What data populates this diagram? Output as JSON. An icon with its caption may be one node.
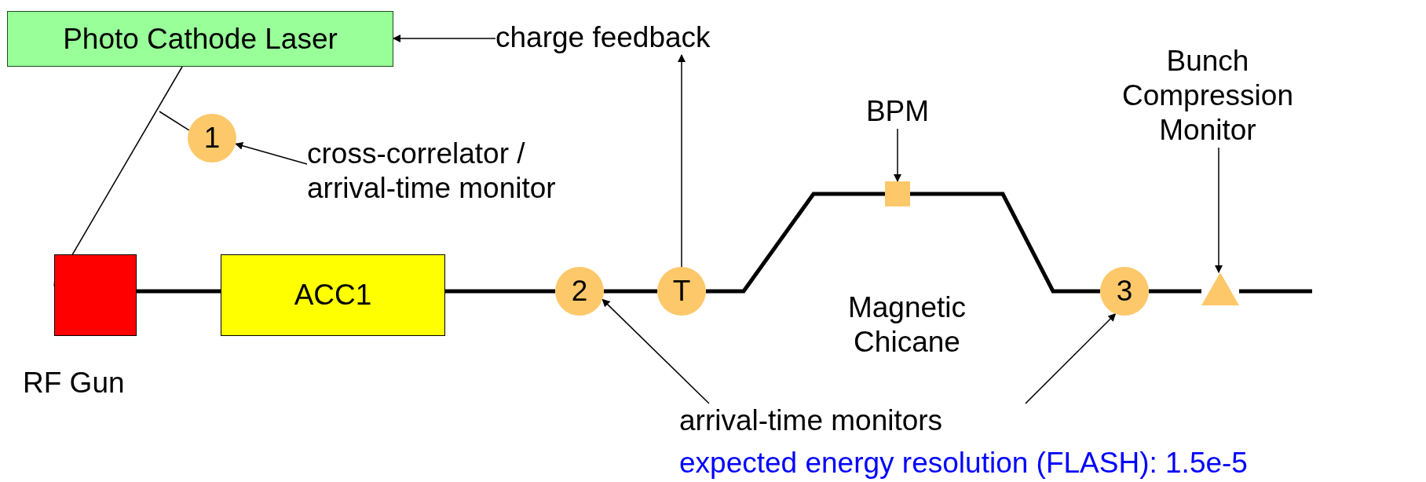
{
  "diagram": {
    "nodes": [
      {
        "text": [
          "Photo Cathode Laser"
        ]
      },
      {
        "text": [
          "charge feedback"
        ]
      },
      {
        "text": [
          "1"
        ]
      },
      {
        "text": [
          "cross-correlator / arrival-time monitor"
        ]
      },
      {
        "text": [
          "BPM"
        ]
      },
      {
        "text": [
          "Bunch Compression Monitor"
        ]
      },
      {
        "text": [],
        "shape": "box",
        "beside": [
          "RF Gun"
        ]
      },
      {
        "text": [
          "ACC1"
        ]
      },
      {
        "text": [
          "2"
        ]
      },
      {
        "text": [
          "T"
        ]
      },
      {
        "text": [],
        "shape": "box"
      },
      {
        "text": [
          "3"
        ]
      },
      {
        "text": [],
        "shape": "triangle"
      },
      {
        "text": [
          "arrival-time monitors"
        ]
      }
    ],
    "edges": [
      {
        "from": 1,
        "to": 0,
        "arrow": "to"
      },
      {
        "from": 9,
        "to": 1,
        "arrow": "to"
      },
      {
        "from": 0,
        "to": 6,
        "arrow": "to"
      },
      {
        "from": 3,
        "to": 2,
        "arrow": "to"
      },
      {
        "from": 2,
        "to": null,
        "arrow": "none"
      },
      {
        "from": 13,
        "to": 8,
        "arrow": "to"
      },
      {
        "from": 13,
        "to": 11,
        "arrow": "to"
      },
      {
        "from": 4,
        "to": 10,
        "arrow": "to"
      },
      {
        "from": 5,
        "to": 12,
        "arrow": "to"
      },
      {
        "from": 6,
        "to": 7,
        "arrow": "none",
        "style": "thick"
      },
      {
        "from": 7,
        "to": 8,
        "arrow": "none",
        "style": "thick"
      },
      {
        "from": 8,
        "to": 9,
        "arrow": "none",
        "style": "thick"
      },
      {
        "from": 9,
        "to": 10,
        "arrow": "none",
        "style": "thick"
      },
      {
        "from": 10,
        "to": 11,
        "arrow": "none",
        "style": "thick"
      },
      {
        "from": 11,
        "to": 12,
        "arrow": "none",
        "style": "thick"
      },
      {
        "from": 12,
        "to": null,
        "arrow": "none",
        "style": "thick"
      }
    ],
    "labels": [
      "Magnetic Chicane",
      "expected energy resolution (FLASH): 1.5e-5"
    ]
  }
}
